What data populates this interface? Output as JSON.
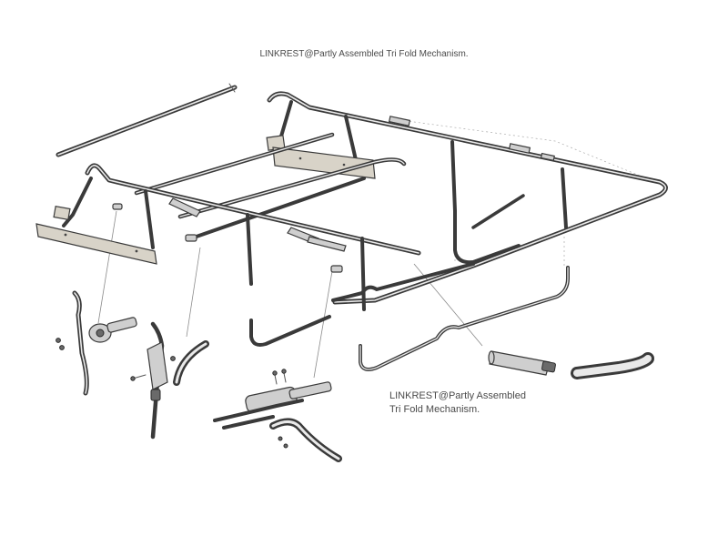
{
  "captions": {
    "top": "LINKREST@Partly Assembled Tri Fold Mechanism.",
    "callout_line1": "LINKREST@Partly Assembled",
    "callout_line2": "Tri Fold Mechanism."
  },
  "colors": {
    "background": "#ffffff",
    "line": "#3a3a3a",
    "text": "#4a4a4a"
  }
}
